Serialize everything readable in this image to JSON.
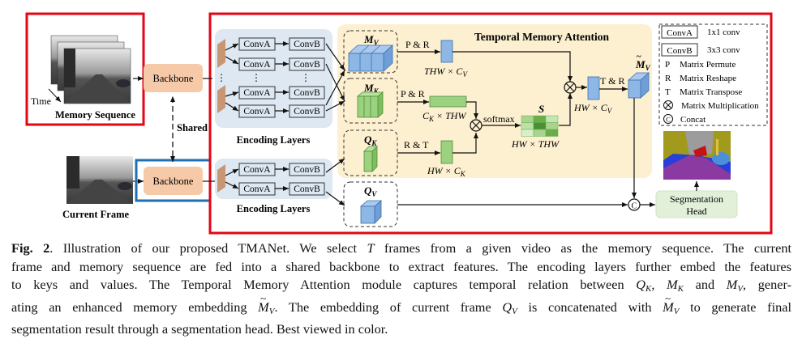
{
  "figure": {
    "memory_sequence": {
      "label": "Memory Sequence",
      "time_label": "Time"
    },
    "current_frame": {
      "label": "Current Frame"
    },
    "backbone_top": {
      "label": "Backbone"
    },
    "backbone_bottom": {
      "label": "Backbone"
    },
    "shared_label": "Shared",
    "encoding_memory": {
      "title": "Encoding Layers",
      "rows": [
        {
          "a": "ConvA",
          "b": "ConvB"
        },
        {
          "a": "ConvA",
          "b": "ConvB"
        },
        {
          "a": "ConvA",
          "b": "ConvB"
        },
        {
          "a": "ConvA",
          "b": "ConvB"
        }
      ],
      "ellipsis": "⋮"
    },
    "encoding_current": {
      "title": "Encoding Layers",
      "rows": [
        {
          "a": "ConvA",
          "b": "ConvB"
        },
        {
          "a": "ConvA",
          "b": "ConvB"
        }
      ]
    },
    "tma": {
      "title": "Temporal Memory Attention",
      "mv_label": "M",
      "mv_sub": "V",
      "mk_label": "M",
      "mk_sub": "K",
      "qk_label": "Q",
      "qk_sub": "K",
      "qv_label": "Q",
      "qv_sub": "V",
      "op_mv": "P & R",
      "op_mk": "P & R",
      "op_qk": "R & T",
      "op_out": "T & R",
      "dim_mv": "THW × C",
      "dim_mv_sub": "V",
      "dim_mk": "C",
      "dim_mk_sub": "K",
      "dim_mk_tail": " × THW",
      "dim_qk": "HW × C",
      "dim_qk_sub": "K",
      "softmax": "softmax",
      "s_label": "S",
      "dim_s": "HW × THW",
      "dim_out": "HW × C",
      "dim_out_sub": "V",
      "out_label": "M",
      "out_sub": "V",
      "s_grid_colors": [
        "#a9d38e",
        "#6aae4c",
        "#c6e5b4",
        "#bde0a6",
        "#4b8f35",
        "#a9d38e",
        "#d9efcb",
        "#a9d38e",
        "#6aae4c"
      ]
    },
    "legend": {
      "items": [
        {
          "key": "ConvA",
          "desc": "1x1 conv"
        },
        {
          "key": "ConvB",
          "desc": "3x3 conv"
        },
        {
          "key": "P",
          "desc": "Matrix Permute"
        },
        {
          "key": "R",
          "desc": "Matrix Reshape"
        },
        {
          "key": "T",
          "desc": "Matrix Transpose"
        },
        {
          "key": "⊗",
          "desc": "Matrix Multiplication"
        },
        {
          "key": "C",
          "desc": "Concat"
        }
      ]
    },
    "concat_symbol": "C",
    "seg_head": {
      "line1": "Segmentation",
      "line2": "Head"
    },
    "colors": {
      "highlight_red": "#e30613",
      "highlight_blue": "#1f6fb2",
      "backbone_fill": "#f6c9a8",
      "encoding_bg": "#dde8f3",
      "tma_bg": "#fdf0d0",
      "value_blue": "#8db7e5",
      "key_green": "#9bd17f",
      "seg_head_fill": "#e2f0da",
      "feature_brown": "#c99673"
    }
  },
  "caption": {
    "fig_label": "Fig. 2",
    "lines": [
      [
        ". Illustration of our proposed TMANet.  We select ",
        "T",
        " frames from a given video as the memory sequence.  The current"
      ],
      [
        "frame and memory sequence are fed into a shared backbone to extract features. The encoding layers further embed the features"
      ],
      [
        "to keys and values.  The Temporal Memory Attention module captures temporal relation between ",
        "Q",
        "K",
        ", ",
        "M",
        "K",
        " and ",
        "M",
        "V",
        ", gener-"
      ],
      [
        "ating an enhanced memory embedding ",
        "M",
        "V",
        ".  The embedding of current frame ",
        "Q",
        "V",
        " is concatenated with ",
        "M",
        "V",
        " to generate final"
      ],
      [
        "segmentation result through a segmentation head. Best viewed in color."
      ]
    ]
  }
}
